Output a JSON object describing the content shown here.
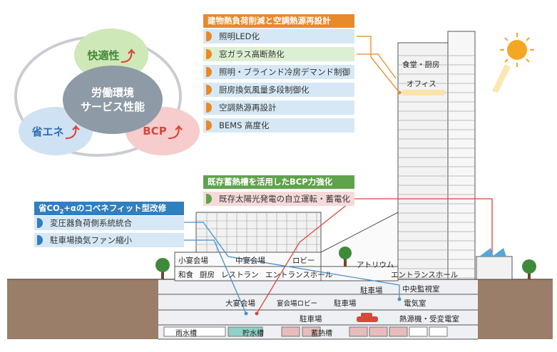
{
  "venn": {
    "center": "労働環境\nサービス性能",
    "comfort": "快適性",
    "energy": "省エネ",
    "bcp": "BCP"
  },
  "panel_top": {
    "title": "建物熱負荷削減と空調熱源再設計",
    "items": [
      "照明LED化",
      "窓ガラス高断熱化",
      "照明・ブラインド冷房デマンド制御",
      "厨房換気風量多段制御化",
      "空調熱源再設計",
      "BEMS 高度化"
    ]
  },
  "panel_mid": {
    "title": "既存蓄熱槽を活用したBCP力強化",
    "items": [
      "既存太陽光発電の自立運転・蓄電化"
    ]
  },
  "panel_left": {
    "title_pre": "省CO",
    "title_sub": "2",
    "title_post": "+αのコベネフィット型改修",
    "items": [
      "変圧器負荷側系統統合",
      "駐車場換気ファン縮小"
    ]
  },
  "rooms": {
    "cafeteria": "食堂・厨房",
    "office": "オフィス",
    "small_banquet": "小宴会場",
    "medium_banquet": "中宴会場",
    "lobby": "ロビー",
    "atrium": "アトリウム",
    "japanese": "和食",
    "kitchen": "厨房",
    "restaurant": "レストラン",
    "entrance_hall_low": "エントランスホール",
    "entrance_hall_high": "エントランスホール",
    "parking_b1": "駐車場",
    "central_monitor": "中央監視室",
    "large_banquet": "大宴会場",
    "banquet_lobby": "宴会場ロビー",
    "parking_b1b": "駐車場",
    "electrical": "電気室",
    "parking_b2": "駐車場",
    "heat_source": "熱源機・受変電室",
    "rain_tank": "雨水槽",
    "storage_tank": "貯水槽",
    "thermal_tank": "蓄熱槽"
  },
  "colors": {
    "orange": "#e8892a",
    "green": "#5fa34a",
    "blue": "#2f7fc1",
    "red": "#d9473a",
    "item_bg": "#d6e8f5",
    "item_bg_green": "#dcefd2"
  }
}
